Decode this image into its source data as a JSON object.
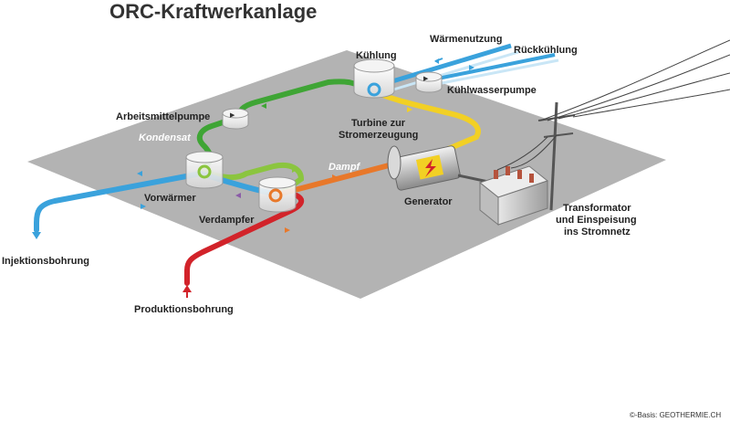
{
  "title": "ORC-Kraftwerkanlage",
  "labels": {
    "waermenutzung": "Wärmenutzung",
    "rueckkuehlung": "Rückkühlung",
    "kuehlung": "Kühlung",
    "kuehlwasserpumpe": "Kühlwasserpumpe",
    "arbeitsmittelpumpe": "Arbeitsmittelpumpe",
    "kondensat": "Kondensat",
    "turbine_line1": "Turbine zur",
    "turbine_line2": "Stromerzeugung",
    "dampf": "Dampf",
    "vorwaermer": "Vorwärmer",
    "verdampfer": "Verdampfer",
    "generator": "Generator",
    "transformator_line1": "Transformator",
    "transformator_line2": "und Einspeisung",
    "transformator_line3": "ins Stromnetz",
    "injektionsbohrung": "Injektionsbohrung",
    "produktionsbohrung": "Produktionsbohrung"
  },
  "copyright": "©-Basis: GEOTHERMIE.CH",
  "colors": {
    "platform": "#b3b3b3",
    "cold_water": "#3aa2dc",
    "hot_water": "#d2232a",
    "condensate": "#3fa535",
    "steam": "#e8782a",
    "turbine_out": "#f2d024",
    "preheater_out": "#8bc53f",
    "purple_arrow": "#8b5ca8"
  }
}
